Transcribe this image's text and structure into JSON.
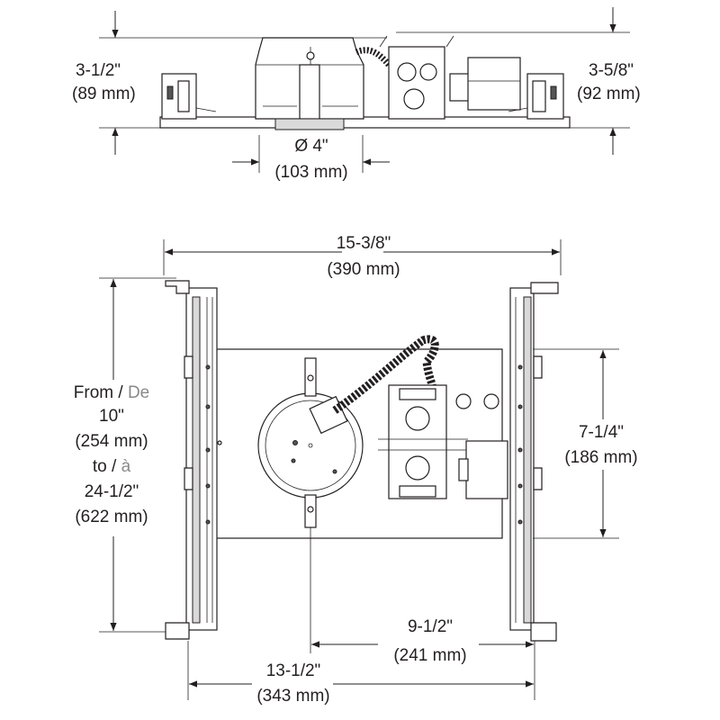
{
  "side_view": {
    "height_left": {
      "imperial": "3-1/2\"",
      "metric": "(89 mm)"
    },
    "height_right": {
      "imperial": "3-5/8\"",
      "metric": "(92 mm)"
    },
    "aperture": {
      "imperial": "Ø 4\"",
      "metric": "(103 mm)"
    }
  },
  "top_view": {
    "overall_width": {
      "imperial": "15-3/8\"",
      "metric": "(390 mm)"
    },
    "adjustable_length": {
      "from_en": "From",
      "sep1": " / ",
      "from_fr": "De",
      "min_imperial": "10\"",
      "min_metric": "(254 mm)",
      "to_en": "to",
      "sep2": " / ",
      "to_fr": "à",
      "max_imperial": "24-1/2\"",
      "max_metric": "(622 mm)"
    },
    "plate_depth": {
      "imperial": "7-1/4\"",
      "metric": "(186 mm)"
    },
    "center_offset": {
      "imperial": "9-1/2\"",
      "metric": "(241 mm)"
    },
    "bar_span": {
      "imperial": "13-1/2\"",
      "metric": "(343 mm)"
    }
  }
}
